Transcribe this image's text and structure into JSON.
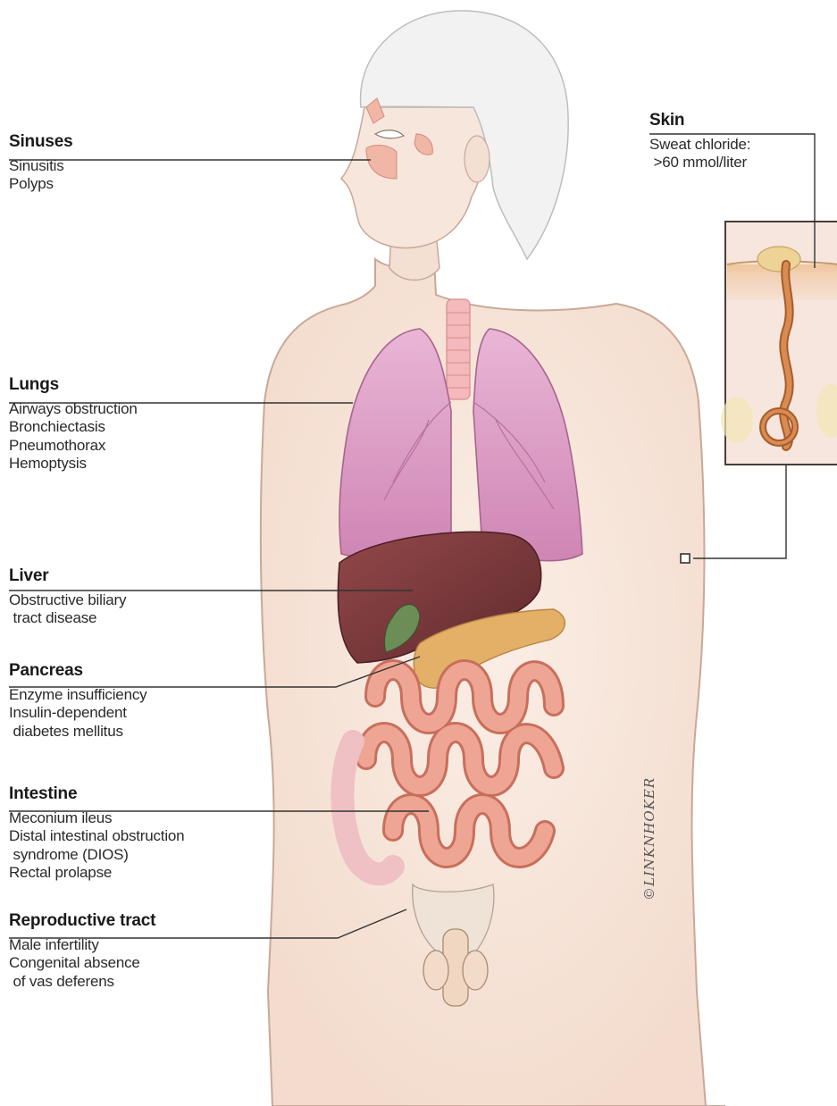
{
  "sections": {
    "sinuses": {
      "heading": "Sinuses",
      "items": [
        "Sinusitis",
        "Polyps"
      ]
    },
    "lungs": {
      "heading": "Lungs",
      "items": [
        "Airways obstruction",
        "Bronchiectasis",
        "Pneumothorax",
        "Hemoptysis"
      ]
    },
    "liver": {
      "heading": "Liver",
      "items": [
        "Obstructive biliary\n tract disease"
      ]
    },
    "pancreas": {
      "heading": "Pancreas",
      "items": [
        "Enzyme insufficiency",
        "Insulin-dependent\n diabetes mellitus"
      ]
    },
    "intestine": {
      "heading": "Intestine",
      "items": [
        "Meconium ileus",
        "Distal intestinal obstruction\n syndrome (DIOS)",
        "Rectal prolapse"
      ]
    },
    "reproductive": {
      "heading": "Reproductive tract",
      "items": [
        "Male infertility",
        "Congenital absence\n of vas deferens"
      ]
    },
    "skin": {
      "heading": "Skin",
      "items": [
        "Sweat chloride:\n >60 mmol/liter"
      ]
    }
  },
  "signature": "©LINKNHOKER",
  "colors": {
    "skin": "#f6e3d8",
    "skin_outline": "#c9a898",
    "hair": "#f1f1f1",
    "lung": "#dc98c2",
    "liver": "#7c3a3c",
    "gallbladder": "#6d8d56",
    "pancreas": "#e3b068",
    "intestine": "#e79a84",
    "leader_line": "#333333"
  }
}
